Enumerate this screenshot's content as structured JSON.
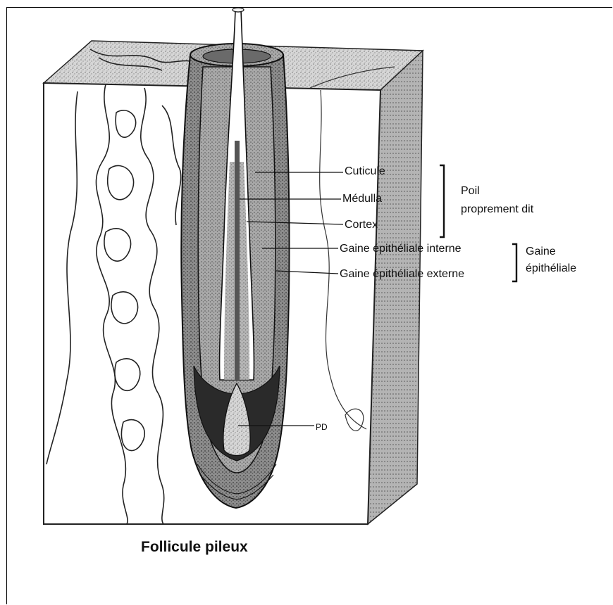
{
  "figure": {
    "caption": "Follicule pileux",
    "labels": {
      "cuticule": "Cuticule",
      "medulla": "Médulla",
      "cortex": "Cortex",
      "gaine_interne": "Gaine épithéliale interne",
      "gaine_externe": "Gaine épithéliale externe",
      "pd": "PD"
    },
    "groups": {
      "poil_line1": "Poil",
      "poil_line2": "proprement dit",
      "gaine_line1": "Gaine",
      "gaine_line2": "épithéliale"
    }
  }
}
